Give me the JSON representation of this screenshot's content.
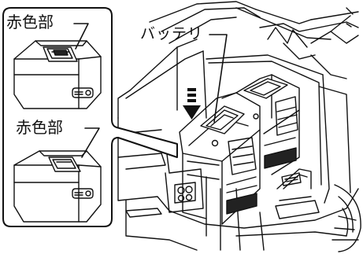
{
  "labels": {
    "red_part_top": "赤色部",
    "red_part_bottom": "赤色部",
    "battery": "バッテリ"
  },
  "colors": {
    "line": "#111111",
    "dark_fill": "#222222",
    "background": "#ffffff"
  },
  "icons": {
    "insert_arrow": "arrow-down-icon"
  }
}
